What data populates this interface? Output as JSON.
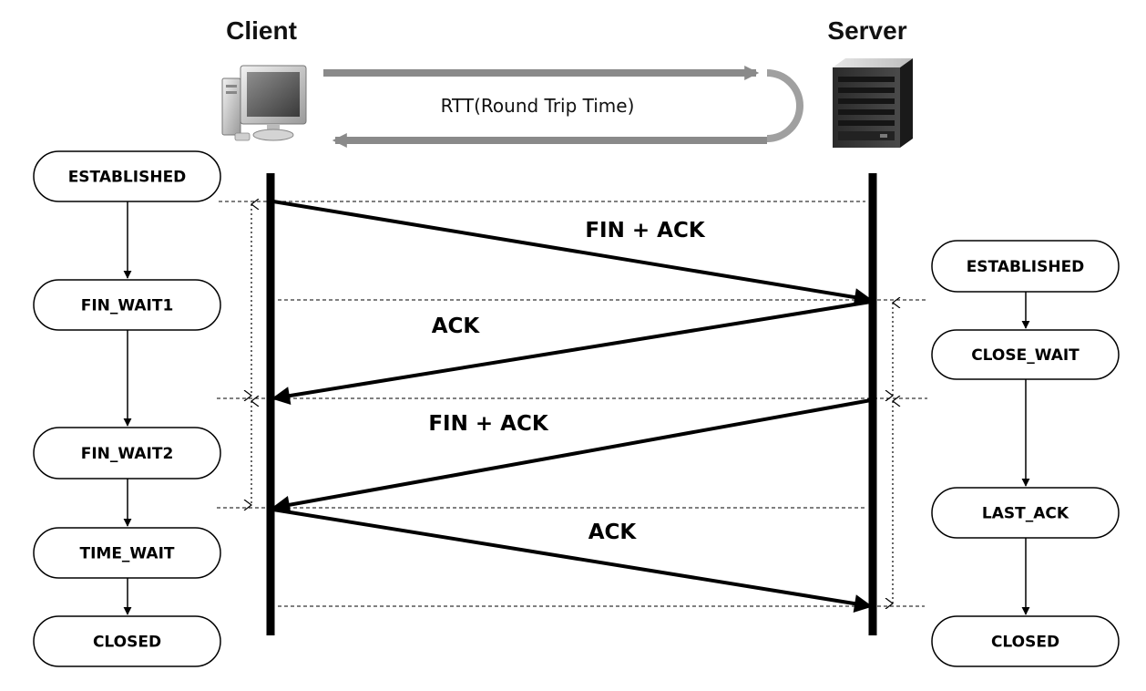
{
  "client": {
    "title": "Client",
    "icon": "desktop-computer-icon"
  },
  "server": {
    "title": "Server",
    "icon": "server-rack-icon"
  },
  "rtt": {
    "label": "RTT(Round Trip Time)"
  },
  "client_states": [
    "ESTABLISHED",
    "FIN_WAIT1",
    "FIN_WAIT2",
    "TIME_WAIT",
    "CLOSED"
  ],
  "server_states": [
    "ESTABLISHED",
    "CLOSE_WAIT",
    "LAST_ACK",
    "CLOSED"
  ],
  "messages": [
    {
      "label": "FIN + ACK",
      "from": "client",
      "to": "server"
    },
    {
      "label": "ACK",
      "from": "server",
      "to": "client"
    },
    {
      "label": "FIN + ACK",
      "from": "server",
      "to": "client"
    },
    {
      "label": "ACK",
      "from": "client",
      "to": "server"
    }
  ],
  "colors": {
    "line": "#000000",
    "rtt_arrow": "#8a8a8a",
    "box_fill": "#ffffff"
  }
}
